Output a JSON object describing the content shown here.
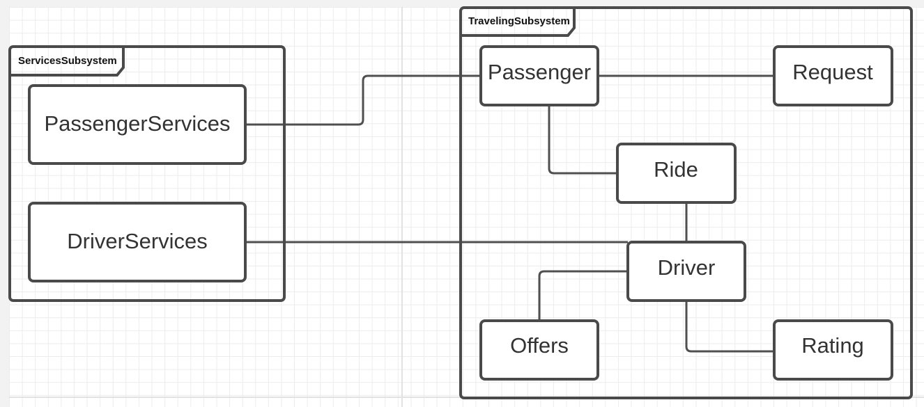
{
  "packages": {
    "services": {
      "name": "ServicesSubsystem"
    },
    "traveling": {
      "name": "TravelingSubsystem"
    }
  },
  "classes": {
    "passenger_services": "PassengerServices",
    "driver_services": "DriverServices",
    "passenger": "Passenger",
    "request": "Request",
    "ride": "Ride",
    "driver": "Driver",
    "offers": "Offers",
    "rating": "Rating"
  },
  "colors": {
    "stroke": "#4a4a4a",
    "grid": "#ececec"
  }
}
